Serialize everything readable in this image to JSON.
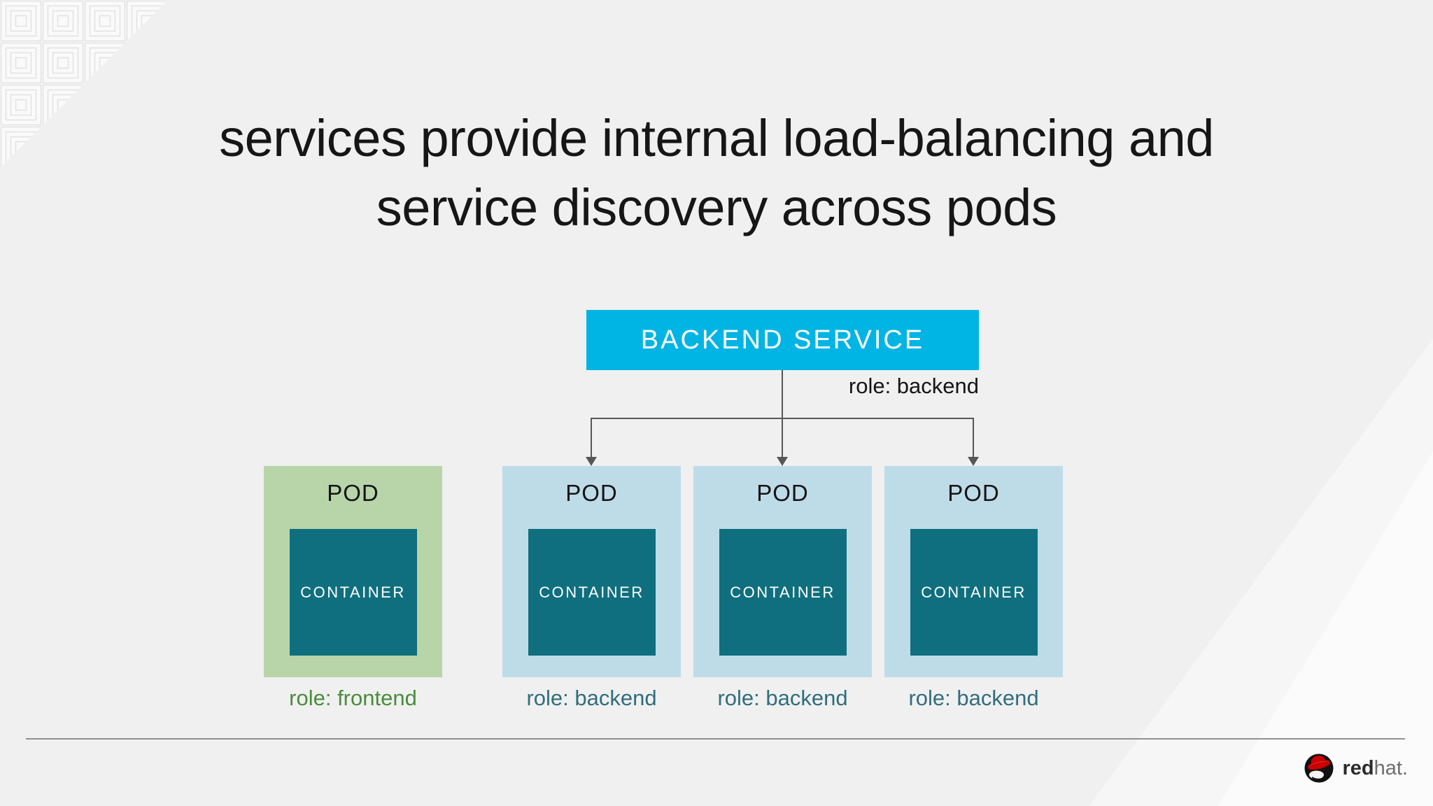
{
  "title": {
    "line1": "services provide internal load-balancing and",
    "line2": "service discovery across pods"
  },
  "diagram": {
    "service": {
      "label": "BACKEND SERVICE",
      "role_label": "role: backend"
    },
    "pods": [
      {
        "label": "POD",
        "container_label": "CONTAINER",
        "role_label": "role: frontend",
        "role": "frontend"
      },
      {
        "label": "POD",
        "container_label": "CONTAINER",
        "role_label": "role: backend",
        "role": "backend"
      },
      {
        "label": "POD",
        "container_label": "CONTAINER",
        "role_label": "role: backend",
        "role": "backend"
      },
      {
        "label": "POD",
        "container_label": "CONTAINER",
        "role_label": "role: backend",
        "role": "backend"
      }
    ]
  },
  "footer": {
    "brand_bold": "red",
    "brand_rest": "hat."
  },
  "colors": {
    "bg": "#f0f0f0",
    "service-cyan": "#00b4e4",
    "pod-blue": "#bedce8",
    "pod-green": "#b7d5a9",
    "container-teal": "#0f6f7e",
    "role-green": "#4a8c3c",
    "role-teal": "#316d7d",
    "line-gray": "#575757",
    "title-ink": "#161616",
    "divider-gray": "#919191",
    "brand-red": "#cc0000",
    "brand-dark": "#2b2b2b",
    "brand-gray": "#6e6e6e",
    "pattern-line": "#e3e3e3",
    "pattern-bg": "#fafafa"
  }
}
